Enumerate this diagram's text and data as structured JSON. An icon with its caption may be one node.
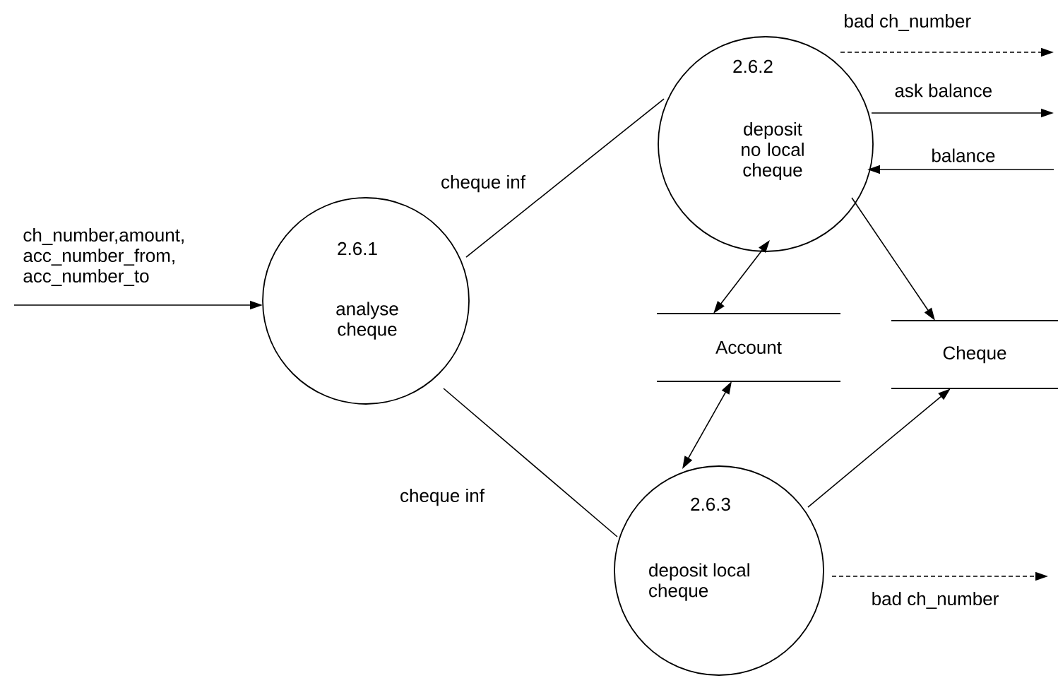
{
  "diagram": {
    "nodes": [
      {
        "text": [
          "2.6.1",
          "analyse cheque"
        ]
      },
      {
        "text": [
          "2.6.2",
          "deposit no local cheque"
        ]
      },
      {
        "text": [
          "2.6.3",
          "deposit local cheque"
        ]
      },
      {
        "text": [
          "Account"
        ]
      },
      {
        "text": [
          "Cheque"
        ]
      }
    ],
    "edges": [
      {
        "from": null,
        "to": 0,
        "arrow": "to",
        "label": "ch_number,amount, acc_number_from, acc_number_to"
      },
      {
        "from": 0,
        "to": 1,
        "arrow": "none",
        "label": "cheque inf"
      },
      {
        "from": 0,
        "to": 2,
        "arrow": "none",
        "label": "cheque inf"
      },
      {
        "from": 1,
        "to": null,
        "arrow": "to",
        "style": "dashed",
        "label": "bad ch_number"
      },
      {
        "from": 1,
        "to": null,
        "arrow": "to",
        "label": "ask balance"
      },
      {
        "from": null,
        "to": 1,
        "arrow": "to",
        "label": "balance"
      },
      {
        "from": 1,
        "to": 3,
        "arrow": "both"
      },
      {
        "from": 1,
        "to": 4,
        "arrow": "to"
      },
      {
        "from": 2,
        "to": 3,
        "arrow": "both"
      },
      {
        "from": 2,
        "to": 4,
        "arrow": "to"
      },
      {
        "from": 2,
        "to": null,
        "arrow": "to",
        "style": "dashed",
        "label": "bad ch_number"
      }
    ]
  }
}
